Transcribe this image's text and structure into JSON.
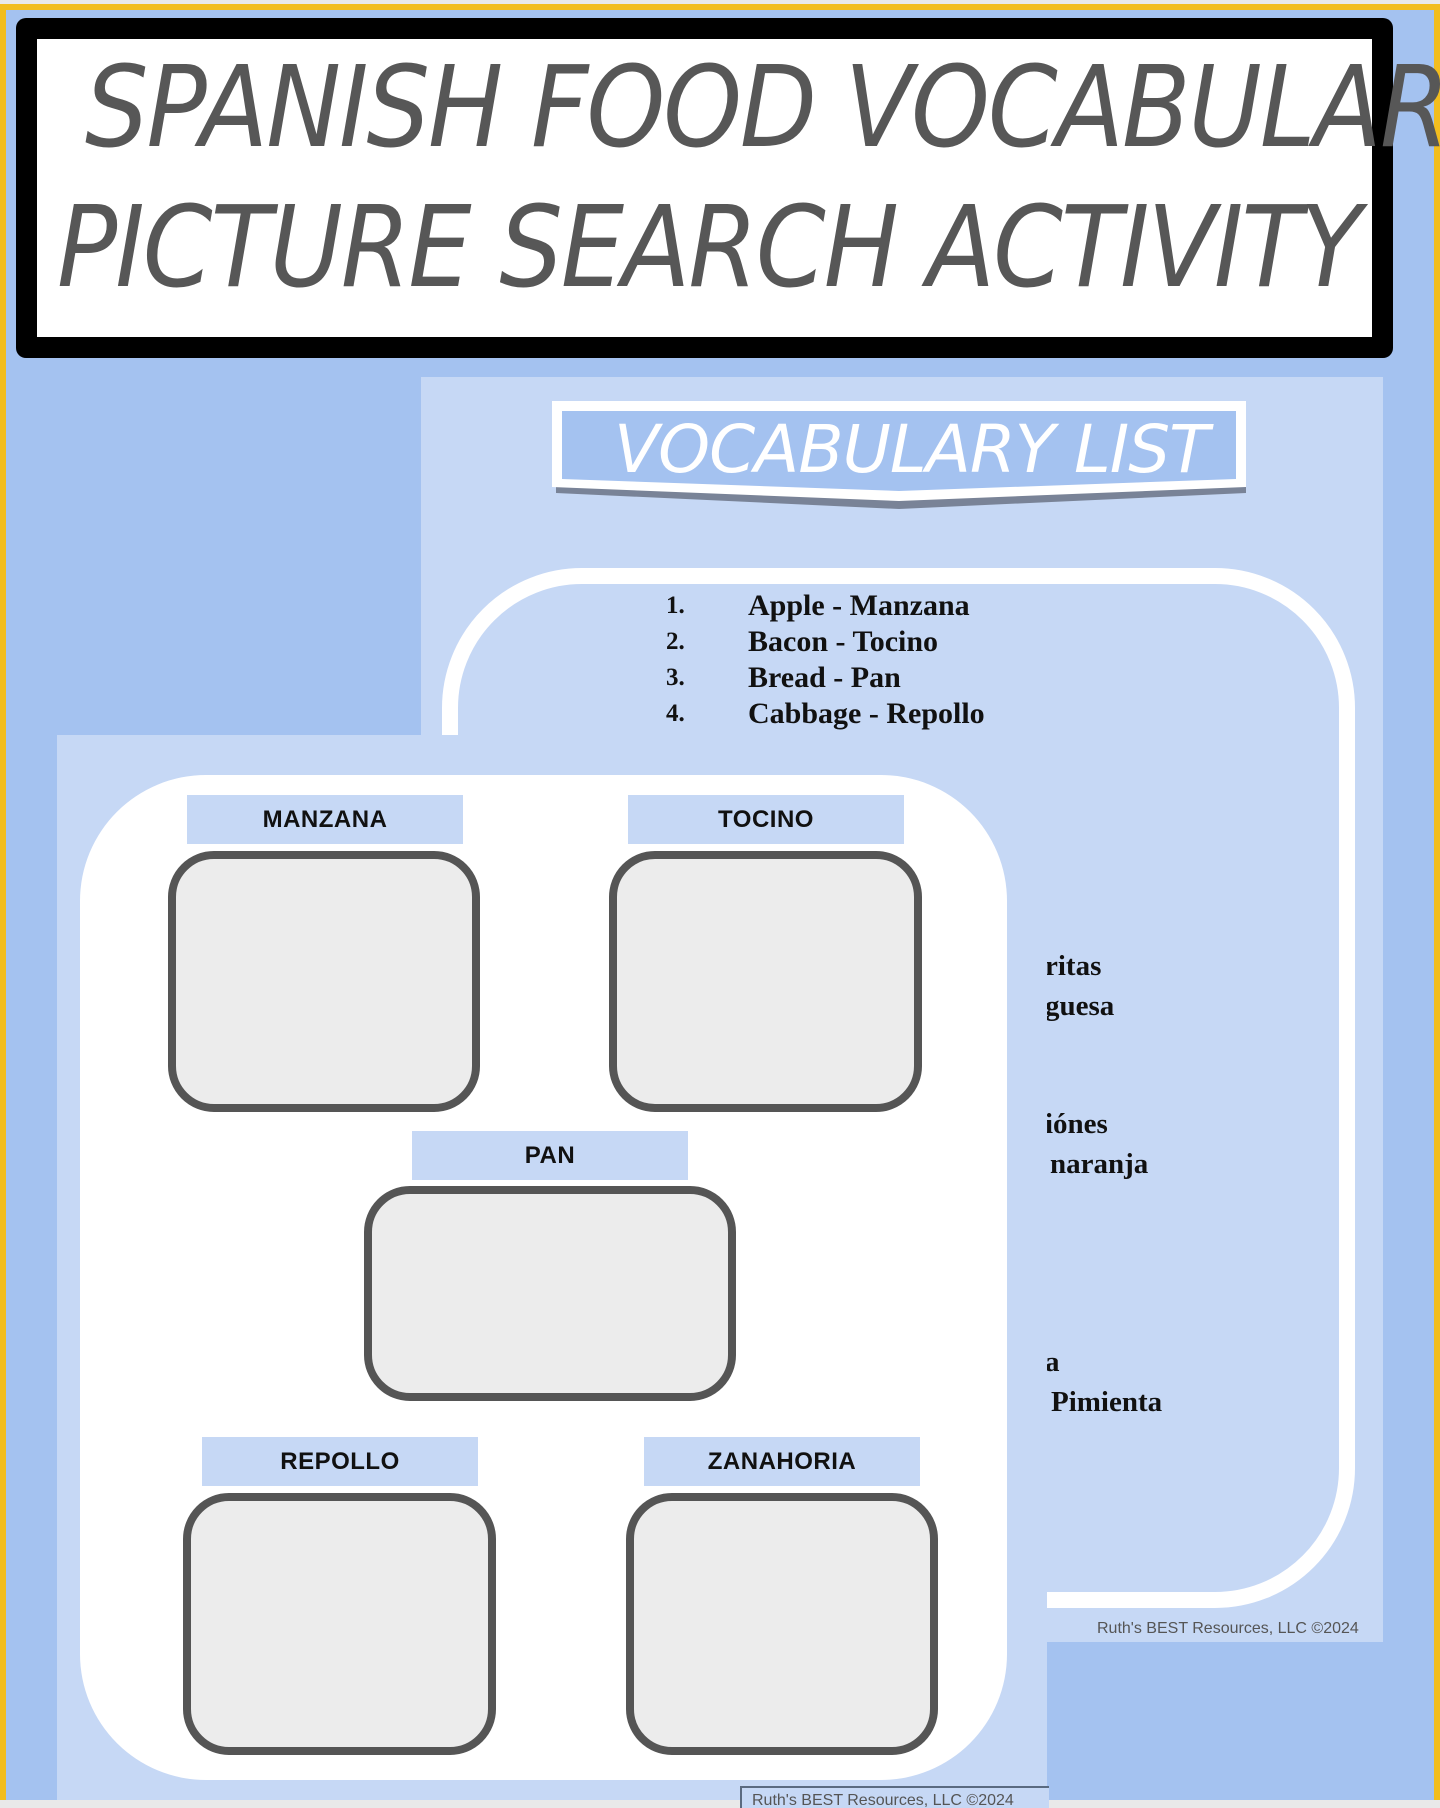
{
  "title": {
    "line1": "SPANISH FOOD VOCABULARY",
    "line2": "PICTURE SEARCH ACTIVITY"
  },
  "vocabulary_page": {
    "banner": "VOCABULARY LIST",
    "items": [
      {
        "number": "1.",
        "text": "Apple - Manzana"
      },
      {
        "number": "2.",
        "text": "Bacon - Tocino"
      },
      {
        "number": "3.",
        "text": "Bread - Pan"
      },
      {
        "number": "4.",
        "text": "Cabbage - Repollo"
      }
    ],
    "partial_fragments": [
      "ritas",
      "guesa",
      "iónes",
      "naranja",
      "a",
      "Pimienta"
    ],
    "copyright": "Ruth's BEST Resources, LLC ©2024"
  },
  "activity_page": {
    "labels": [
      "MANZANA",
      "TOCINO",
      "PAN",
      "REPOLLO",
      "ZANAHORIA"
    ],
    "copyright": "Ruth's BEST Resources, LLC ©2024"
  },
  "colors": {
    "background": "#a4c2f0",
    "page": "#c6d8f5",
    "border_accent": "#f2bd1e",
    "box_outline": "#555555",
    "box_fill": "#ececec"
  }
}
